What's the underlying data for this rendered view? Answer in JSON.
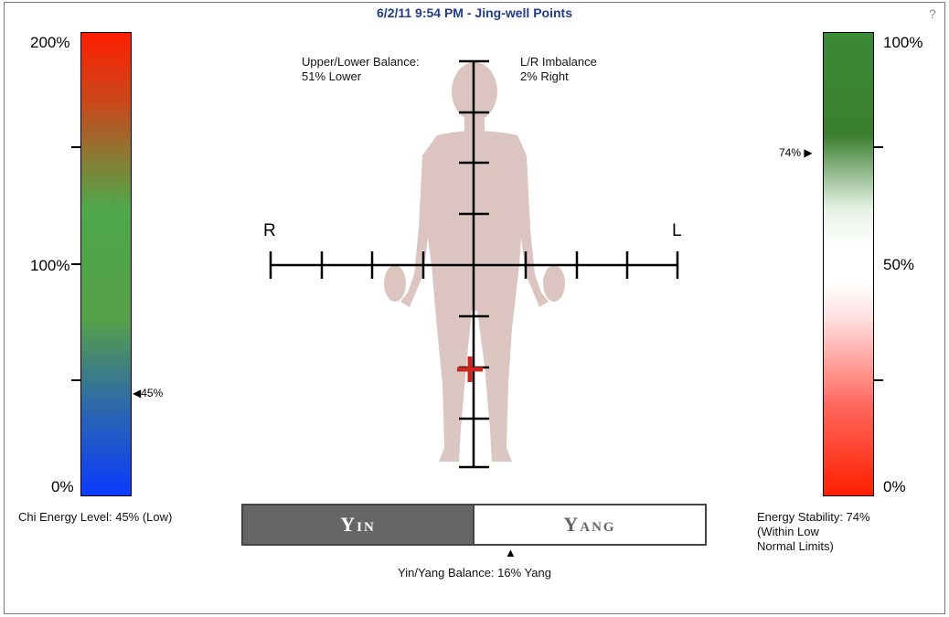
{
  "header": {
    "title": "6/2/11 9:54 PM - Jing-well Points",
    "help": "?"
  },
  "left_gauge": {
    "labels": {
      "top": "200%",
      "mid": "100%",
      "bottom": "0%"
    },
    "pointer": "◀45%",
    "value_percent": 45,
    "caption": "Chi Energy Level: 45% (Low)"
  },
  "right_gauge": {
    "labels": {
      "top": "100%",
      "mid": "50%",
      "bottom": "0%"
    },
    "pointer": "74% ▶",
    "value_percent": 74,
    "caption_lines": [
      "Energy Stability: 74%",
      "(Within Low",
      "Normal Limits)"
    ]
  },
  "center": {
    "upper_lower_label": "Upper/Lower Balance:",
    "upper_lower_value": "51% Lower",
    "lr_label": "L/R Imbalance",
    "lr_value": "2%  Right",
    "axis_right": "R",
    "axis_left": "L",
    "marker_color": "#c8281e"
  },
  "yinyang": {
    "yin_label": "Yin",
    "yang_label": "Yang",
    "pointer": "▲",
    "caption": "Yin/Yang Balance: 16% Yang",
    "yang_percent": 16
  },
  "colors": {
    "title": "#1f3c88",
    "yin": "#666666",
    "body": "#d8bdb8"
  }
}
